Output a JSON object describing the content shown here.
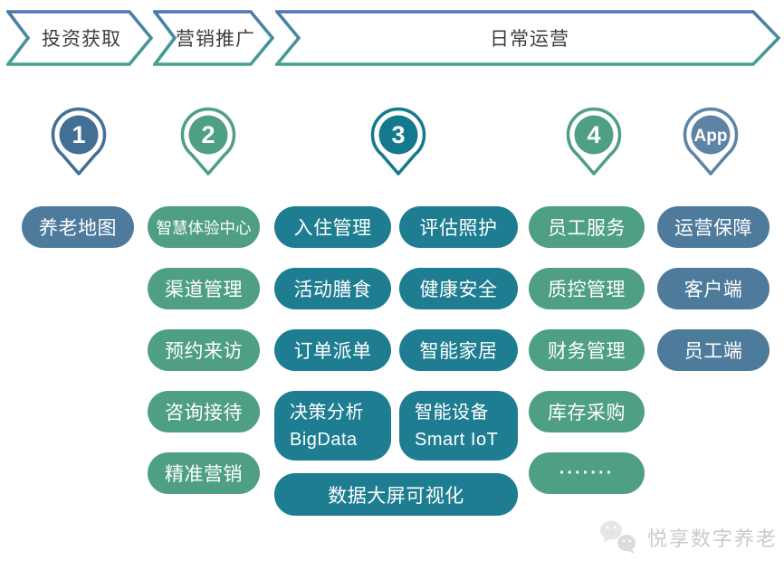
{
  "stages": [
    {
      "label": "投资获取"
    },
    {
      "label": "营销推广"
    },
    {
      "label": "日常运营"
    }
  ],
  "markers": [
    {
      "label": "1",
      "color": "#436f94"
    },
    {
      "label": "2",
      "color": "#4f9e86"
    },
    {
      "label": "3",
      "color": "#15798d"
    },
    {
      "label": "4",
      "color": "#4f9e86"
    },
    {
      "label": "App",
      "color": "#5d84a4"
    }
  ],
  "pills": {
    "investment": [
      "养老地图"
    ],
    "marketing": [
      "智慧体验中心",
      "渠道管理",
      "预约来访",
      "咨询接待",
      "精准营销"
    ],
    "operations_a": [
      "入住管理",
      "活动膳食",
      "订单派单"
    ],
    "operations_b": [
      "评估照护",
      "健康安全",
      "智能家居"
    ],
    "analytics": {
      "line1": "决策分析",
      "line2": "BigData"
    },
    "iot": {
      "line1": "智能设备",
      "line2": "Smart IoT"
    },
    "dashboard": "数据大屏可视化",
    "management": [
      "员工服务",
      "质控管理",
      "财务管理",
      "库存采购",
      "·······"
    ],
    "apps": [
      "运营保障",
      "客户端",
      "员工端"
    ]
  },
  "watermark": {
    "text": "悦享数字养老"
  },
  "colors": {
    "pill_blue": "#4e7a9c",
    "pill_green": "#4f9e86",
    "pill_teal": "#1e7d91",
    "marker_blue": "#436f94",
    "marker_green": "#4f9e86",
    "marker_teal": "#15798d",
    "marker_app_blue": "#5d84a4",
    "banner_border_top": "#4a79ac",
    "banner_border_bottom": "#43a28e",
    "banner_text": "#3e3e3e",
    "pill_text": "#ffffff",
    "watermark_gray": "#cbcbcb"
  }
}
